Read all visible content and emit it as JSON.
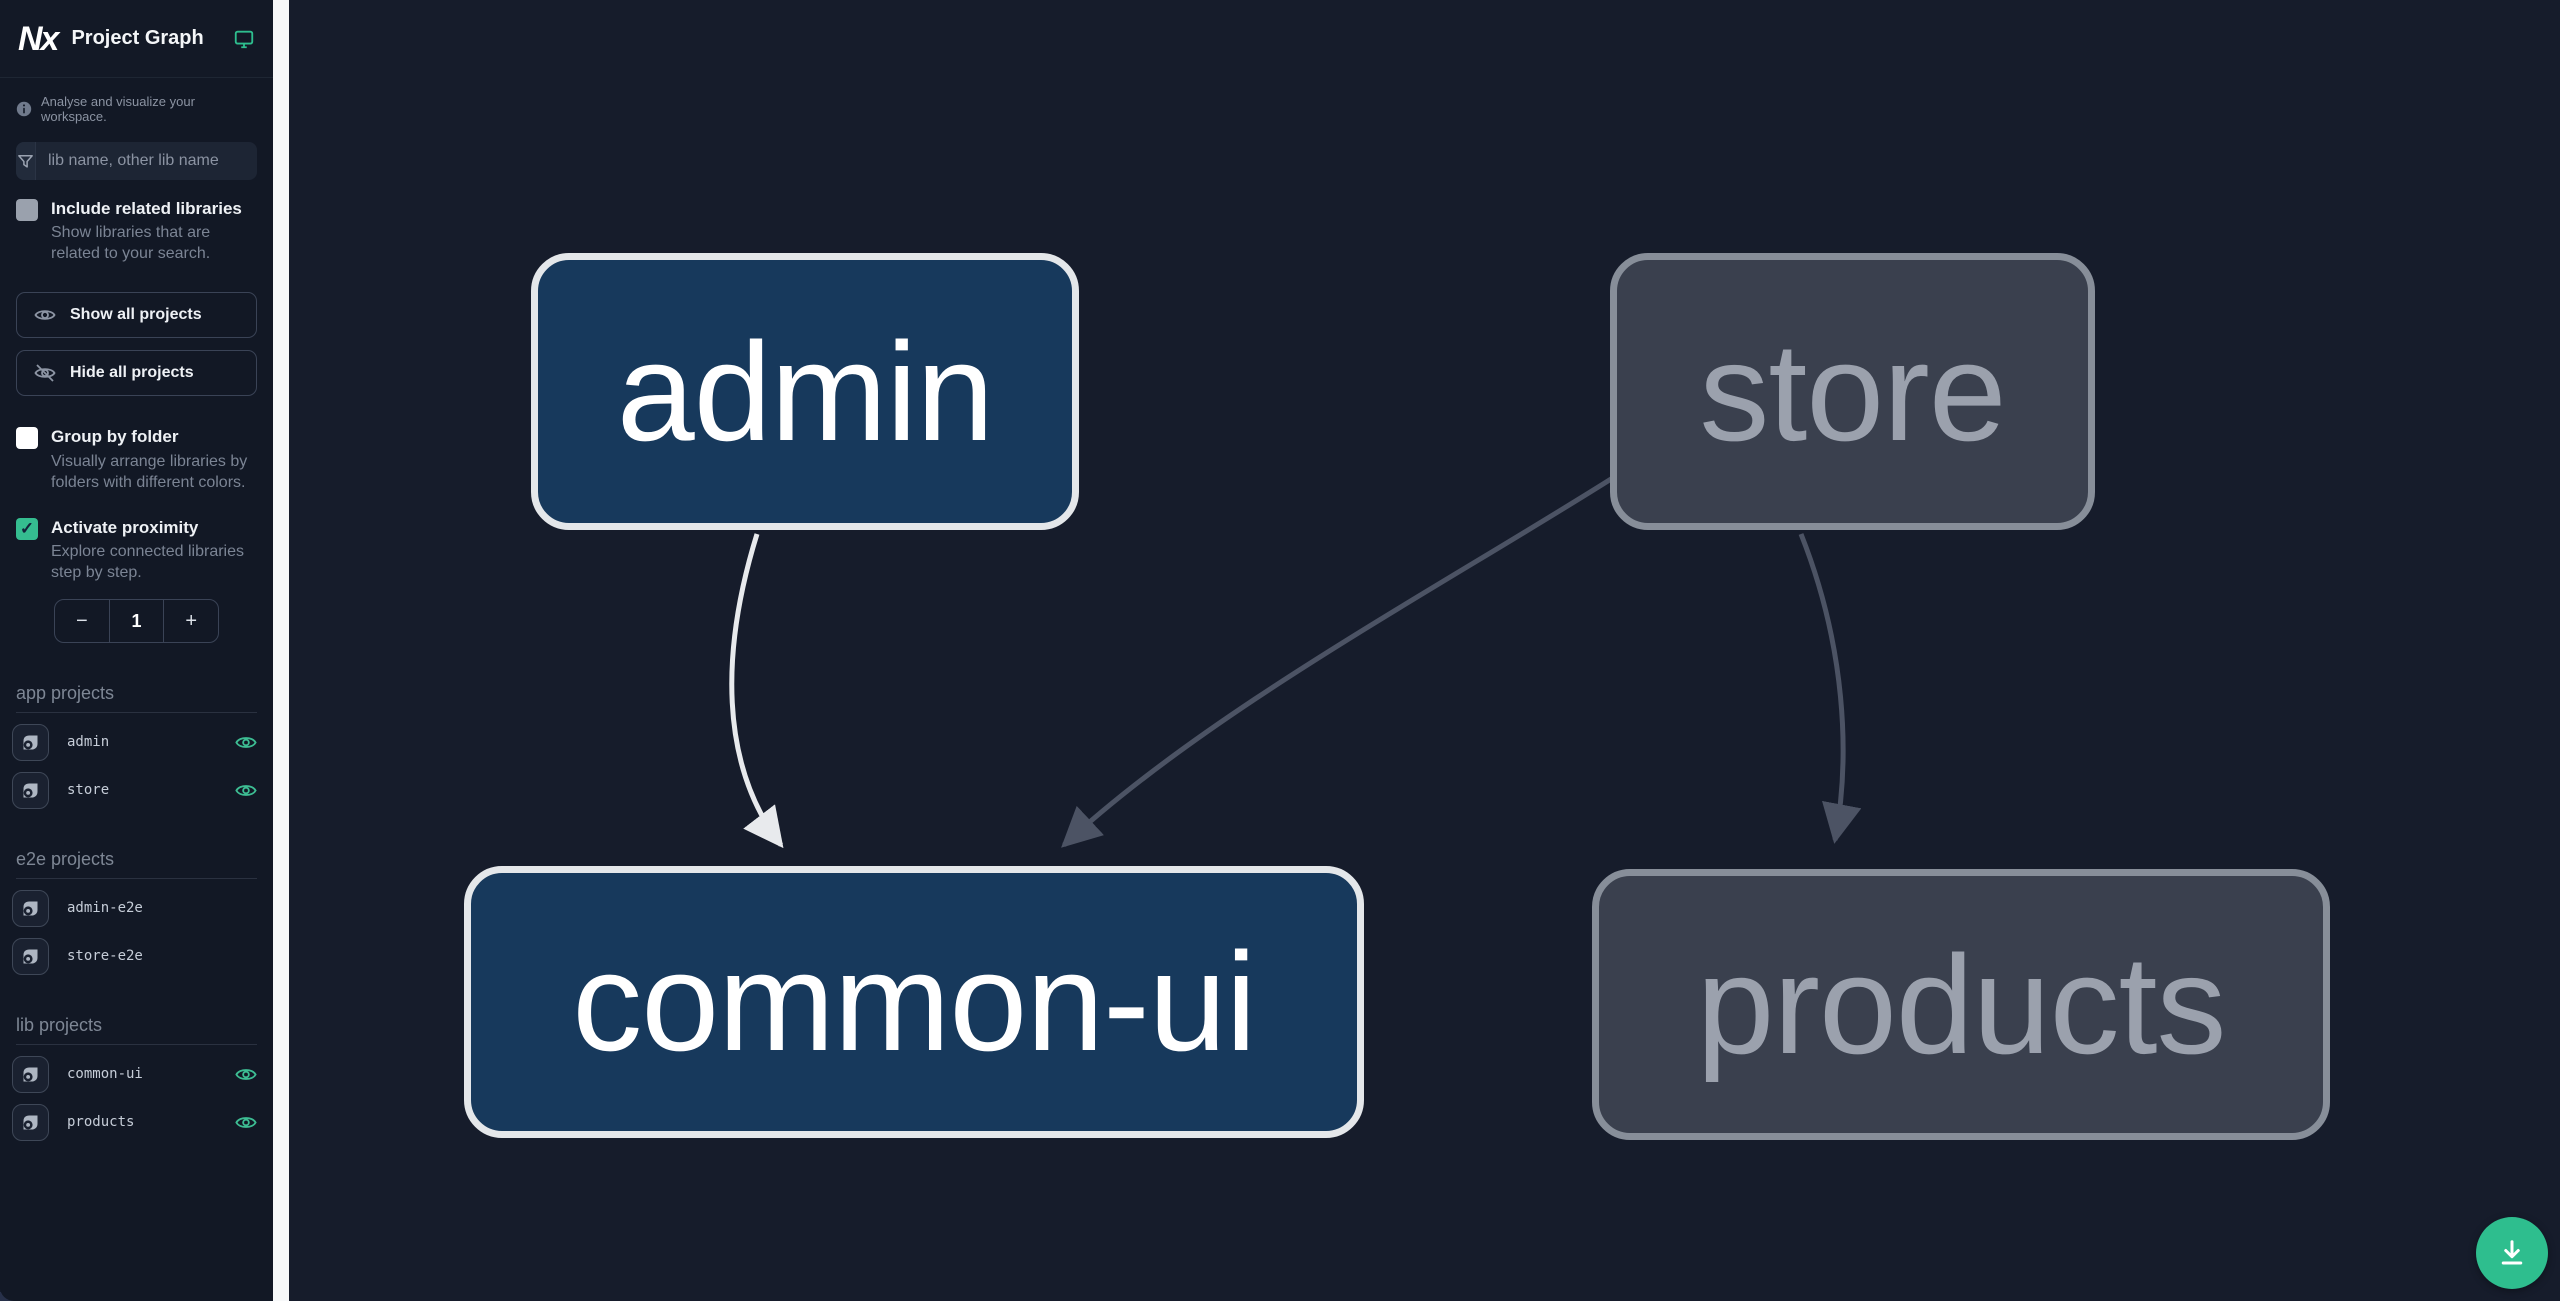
{
  "header": {
    "title": "Project Graph",
    "logo_text": "Nx"
  },
  "subheader": {
    "info_text": "Analyse and visualize your workspace."
  },
  "search": {
    "placeholder": "lib name, other lib name",
    "value": ""
  },
  "options": {
    "include_related": {
      "label": "Include related libraries",
      "description": "Show libraries that are related to your search.",
      "checked": false
    },
    "group_by_folder": {
      "label": "Group by folder",
      "description": "Visually arrange libraries by folders with different colors.",
      "checked": false
    },
    "activate_proximity": {
      "label": "Activate proximity",
      "description": "Explore connected libraries step by step.",
      "checked": true,
      "check_glyph": "✓"
    }
  },
  "toolbar": {
    "show_all_label": "Show all projects",
    "hide_all_label": "Hide all projects"
  },
  "proximity_stepper": {
    "decrement_label": "−",
    "value": "1",
    "increment_label": "+"
  },
  "project_sections": [
    {
      "title": "app projects",
      "items": [
        {
          "name": "admin",
          "visible": true
        },
        {
          "name": "store",
          "visible": true
        }
      ]
    },
    {
      "title": "e2e projects",
      "items": [
        {
          "name": "admin-e2e",
          "visible": false
        },
        {
          "name": "store-e2e",
          "visible": false
        }
      ]
    },
    {
      "title": "lib projects",
      "items": [
        {
          "name": "common-ui",
          "visible": true
        },
        {
          "name": "products",
          "visible": true
        }
      ]
    }
  ],
  "graph": {
    "nodes": [
      {
        "id": "admin",
        "label": "admin",
        "state": "focused"
      },
      {
        "id": "store",
        "label": "store",
        "state": "unfocused"
      },
      {
        "id": "common-ui",
        "label": "common-ui",
        "state": "focused"
      },
      {
        "id": "products",
        "label": "products",
        "state": "unfocused"
      }
    ],
    "edges": [
      {
        "from": "admin",
        "to": "common-ui",
        "state": "focused"
      },
      {
        "from": "store",
        "to": "common-ui",
        "state": "unfocused"
      },
      {
        "from": "store",
        "to": "products",
        "state": "unfocused"
      }
    ]
  },
  "colors": {
    "accent_teal": "#2ebe8e",
    "focused_node_fill": "#17395c",
    "focused_node_border": "#e4e7ea",
    "unfocused_node_fill": "#3a404e",
    "unfocused_node_border": "#878e99",
    "focused_edge": "#e8eaed",
    "unfocused_edge": "#4c5364",
    "sidebar_bg": "#121825",
    "canvas_bg": "#161c2b"
  }
}
